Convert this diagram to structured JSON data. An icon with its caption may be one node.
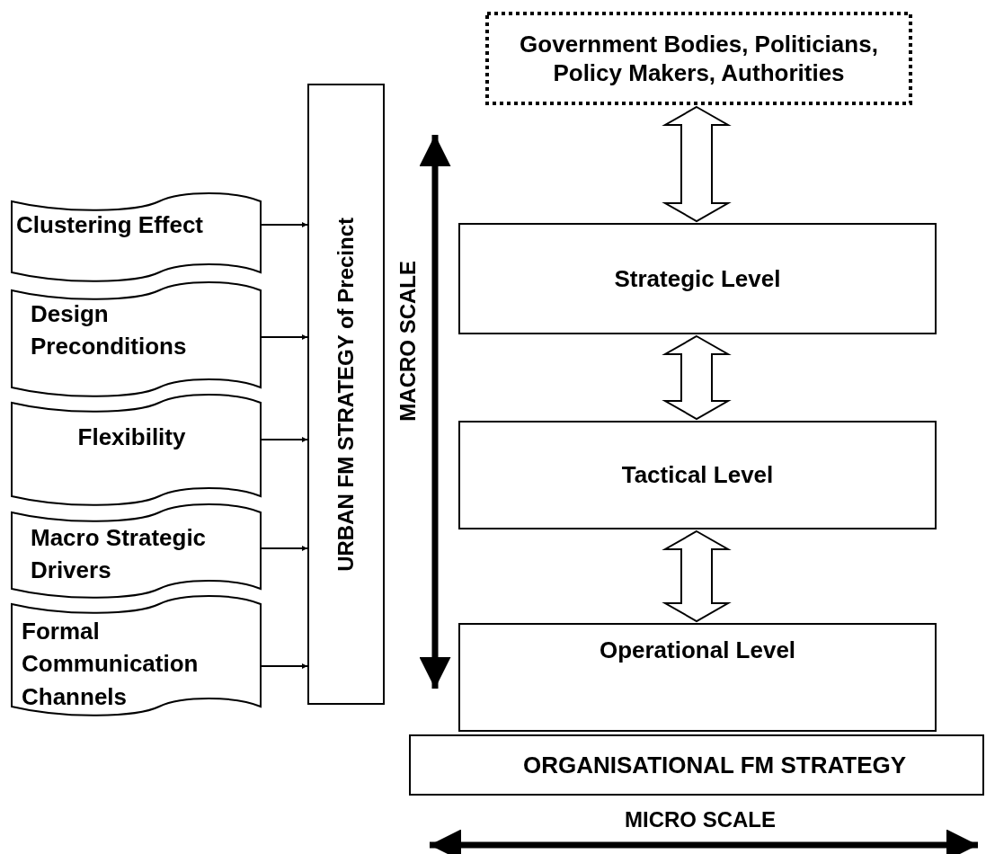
{
  "diagram": {
    "nodes": [
      {
        "text": [
          "Government Bodies, Politicians, Policy Makers, Authorities"
        ]
      },
      {
        "text": [
          "Clustering Effect"
        ]
      },
      {
        "text": [
          "Design Preconditions"
        ]
      },
      {
        "text": [
          "Flexibility"
        ]
      },
      {
        "text": [
          "Macro Strategic Drivers"
        ]
      },
      {
        "text": [
          "Formal Communication Channels"
        ]
      },
      {
        "text": [
          "URBAN FM STRATEGY of Precinct"
        ]
      },
      {
        "text": [
          "Strategic Level"
        ]
      },
      {
        "text": [
          "Tactical Level"
        ]
      },
      {
        "text": [
          "Operational Level"
        ]
      },
      {
        "text": [
          "ORGANISATIONAL FM STRATEGY"
        ]
      }
    ],
    "edges": [
      {
        "from": 1,
        "to": 6,
        "arrow": "to"
      },
      {
        "from": 2,
        "to": 6,
        "arrow": "to"
      },
      {
        "from": 3,
        "to": 6,
        "arrow": "to"
      },
      {
        "from": 4,
        "to": 6,
        "arrow": "to"
      },
      {
        "from": 5,
        "to": 6,
        "arrow": "to"
      },
      {
        "from": 0,
        "to": 7,
        "arrow": "both"
      },
      {
        "from": 7,
        "to": 8,
        "arrow": "both"
      },
      {
        "from": 8,
        "to": 9,
        "arrow": "both"
      }
    ],
    "labels": [
      "MACRO SCALE",
      "MICRO SCALE"
    ]
  }
}
